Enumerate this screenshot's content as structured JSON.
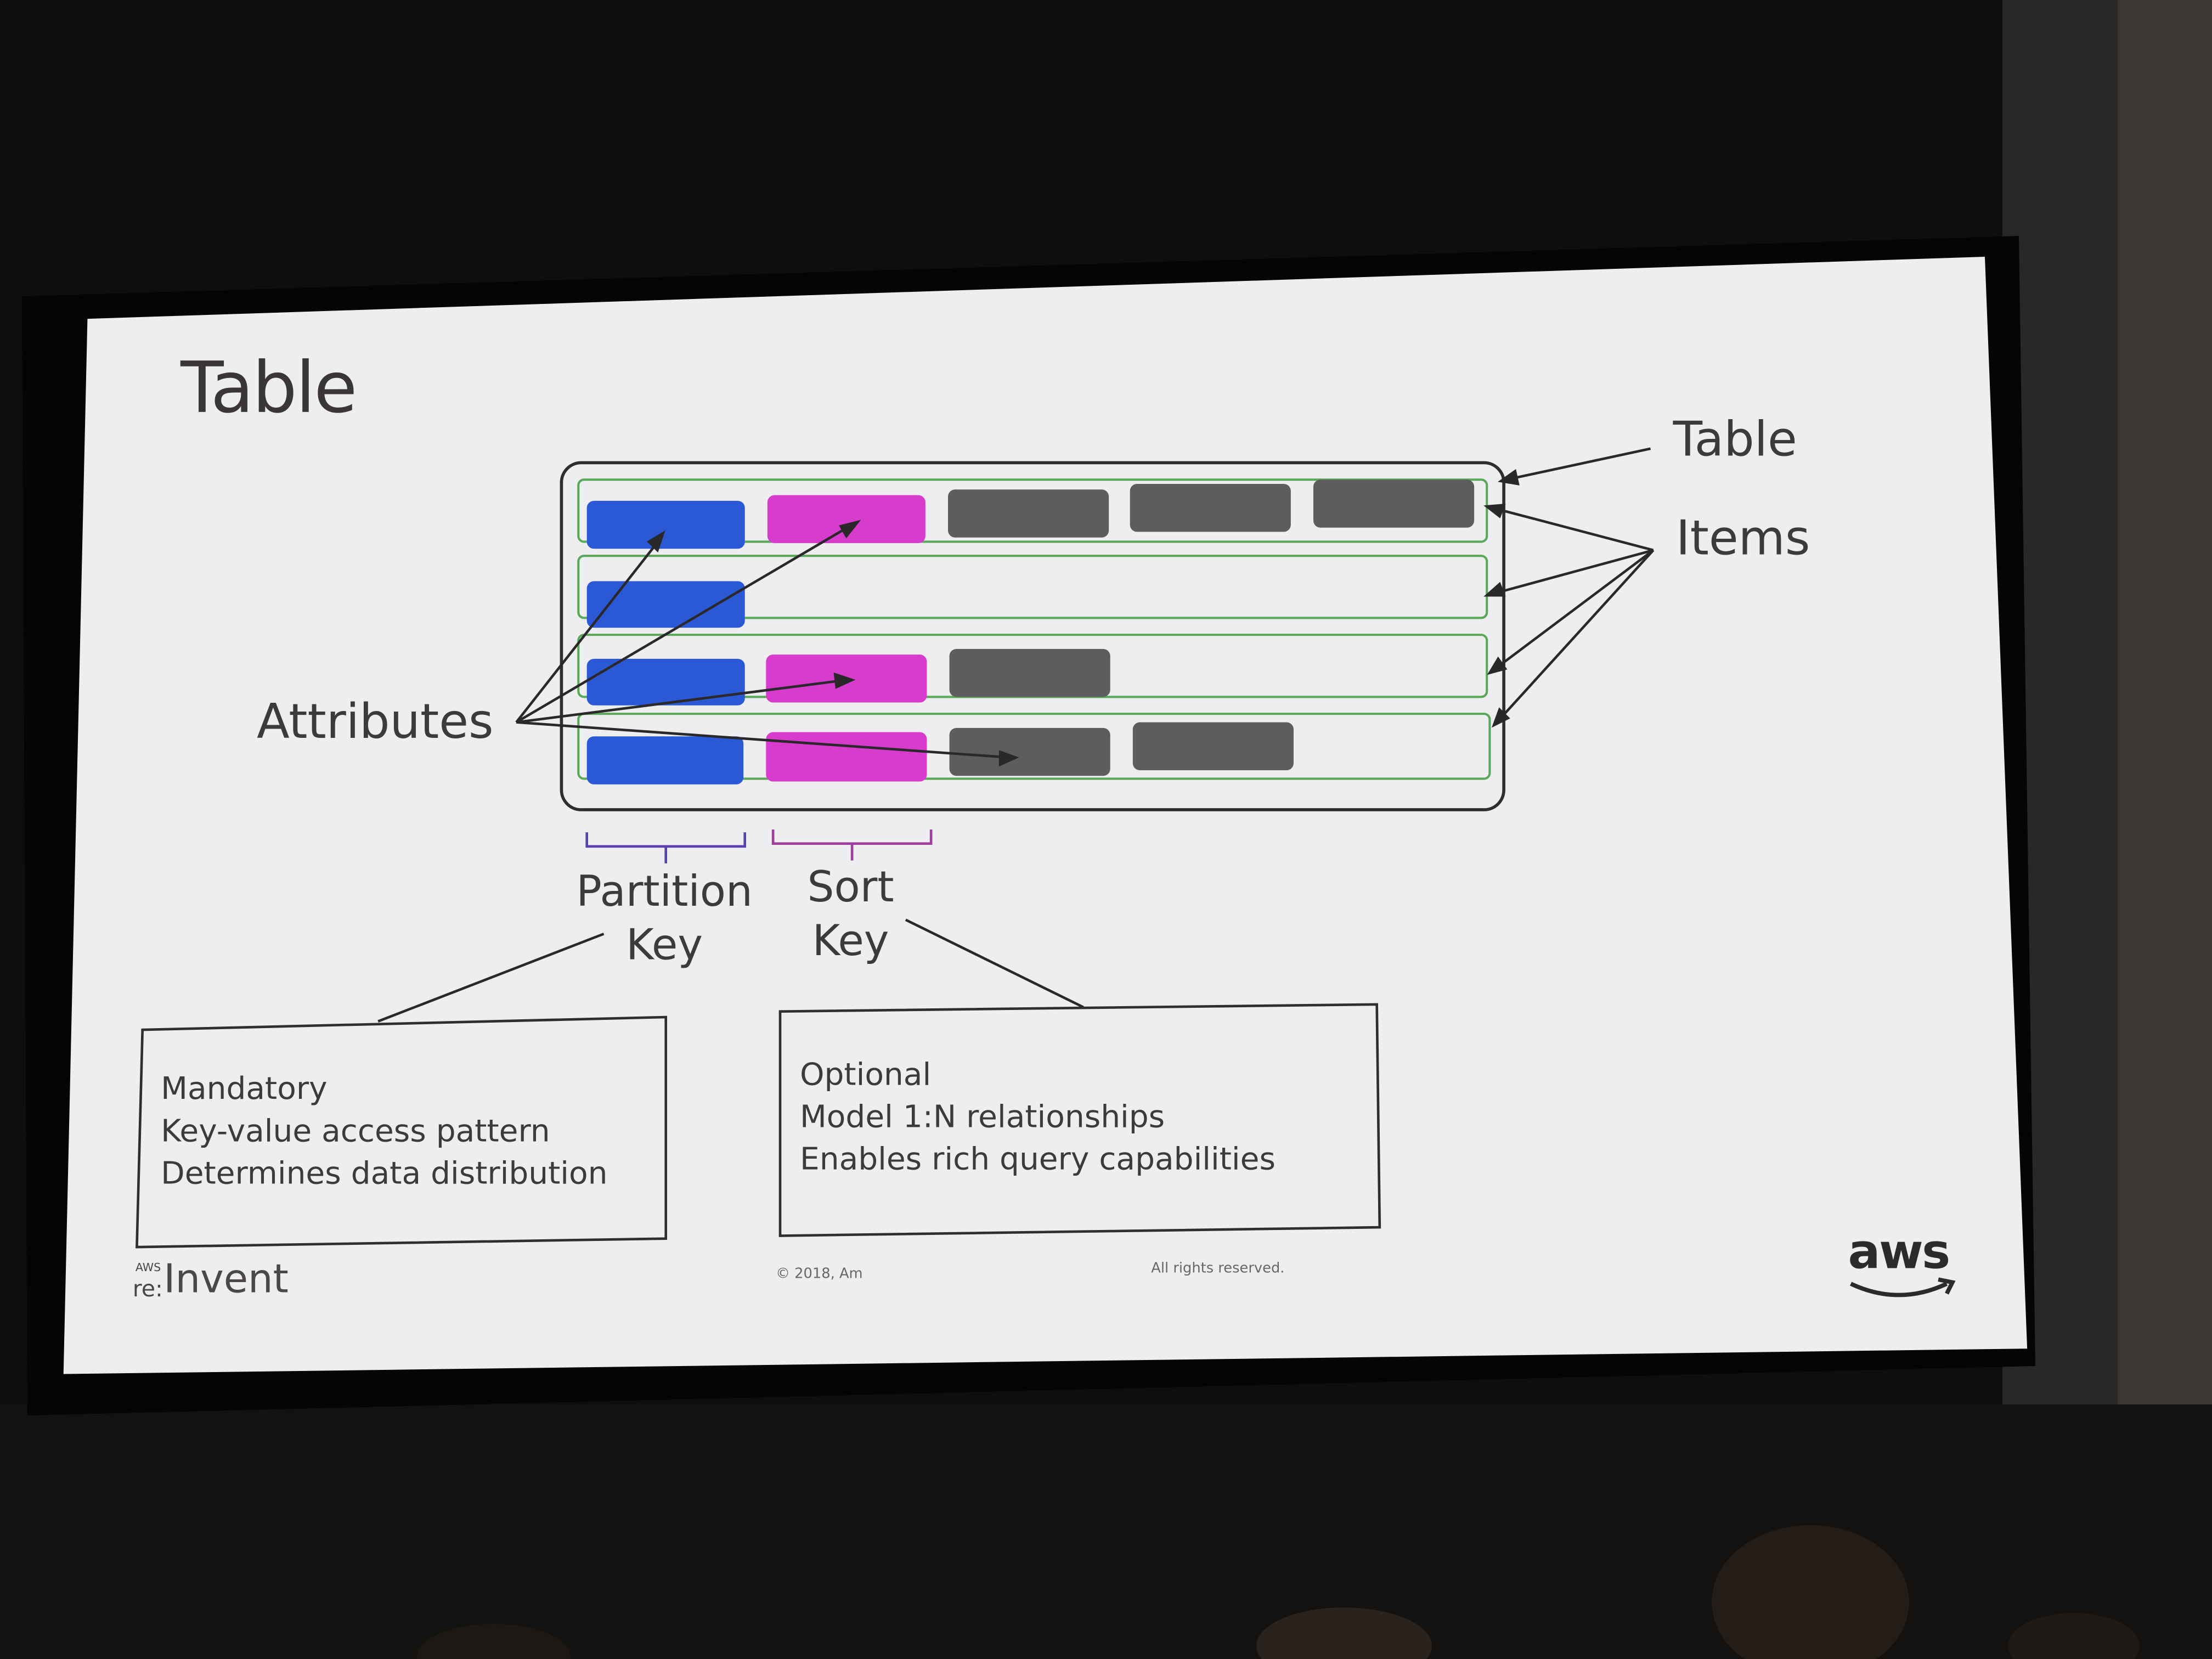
{
  "slide": {
    "title": "Table",
    "labels": {
      "table": "Table",
      "items": "Items",
      "attributes": "Attributes",
      "partition_key": "Partition Key",
      "sort_key": "Sort Key"
    },
    "partition_key_box": {
      "lines": [
        "Mandatory",
        "Key-value access pattern",
        "Determines data distribution"
      ]
    },
    "sort_key_box": {
      "lines": [
        "Optional",
        "Model 1:N relationships",
        "Enables rich query capabilities"
      ]
    },
    "footer": {
      "event_small": "AWS",
      "event_re": "re:",
      "event_name": "Invent",
      "copyright": "© 2018, Am",
      "rights": "All rights reserved.",
      "logo_text": "aws"
    }
  },
  "colors": {
    "partition_key": "#2b59d6",
    "sort_key": "#d83ccd",
    "attribute": "#5f5c5e",
    "item_outline": "#5aa85a",
    "slide_background": "#eeeef0"
  }
}
